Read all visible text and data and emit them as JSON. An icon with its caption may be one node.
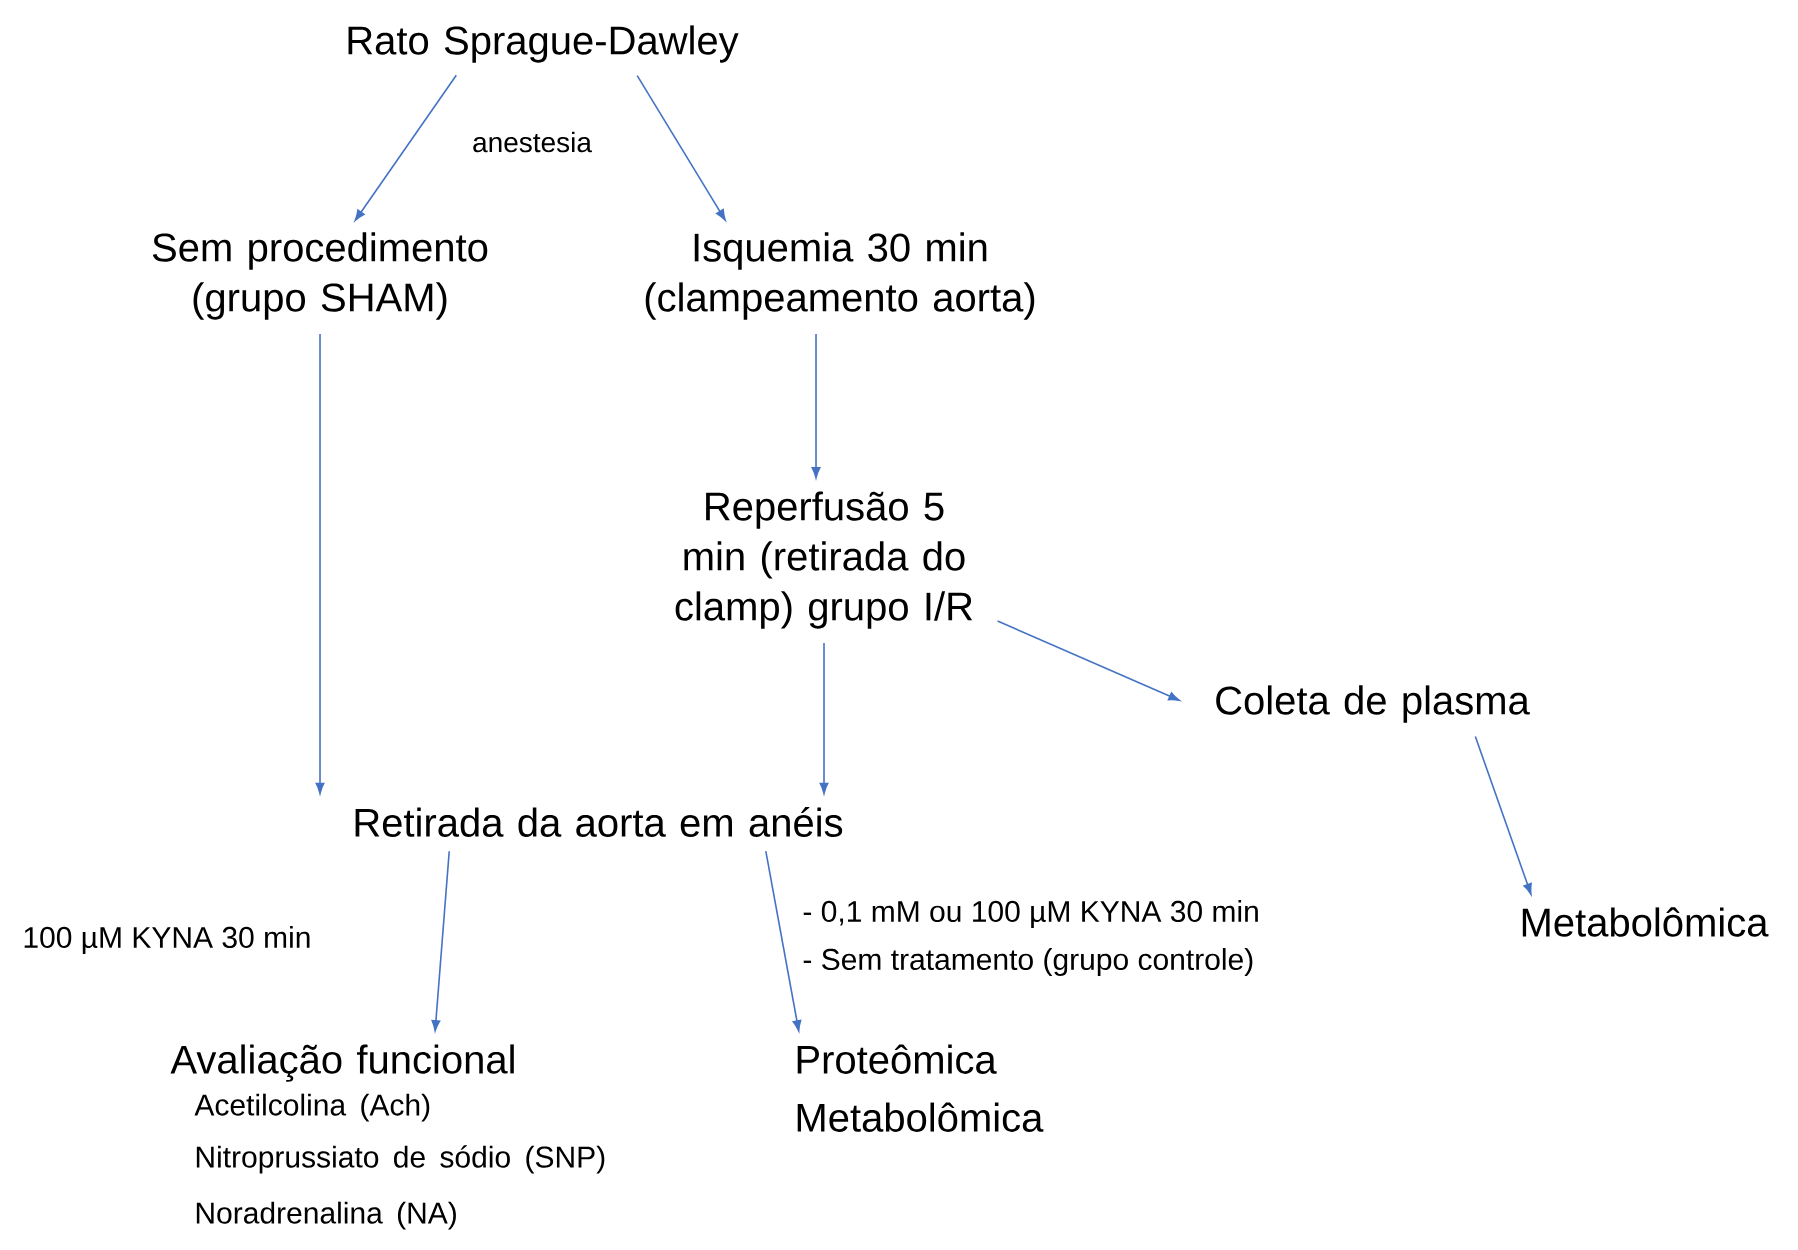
{
  "diagram": {
    "nodes": [
      {
        "text": [
          "Rato Sprague-Dawley"
        ]
      },
      {
        "text": [
          "Sem procedimento (grupo SHAM)"
        ]
      },
      {
        "text": [
          "Isquemia 30 min (clampeamento aorta)"
        ]
      },
      {
        "text": [
          "Reperfusão 5 min (retirada do clamp) grupo I/R"
        ]
      },
      {
        "text": [
          "Coleta de plasma"
        ]
      },
      {
        "text": [
          "Retirada da aorta em anéis"
        ]
      },
      {
        "text": [
          "Metabolômica"
        ]
      },
      {
        "text": [
          "Avaliação funcional",
          "Acetilcolina (Ach)",
          "Nitroprussiato de sódio (SNP)",
          "Noradrenalina (NA)"
        ]
      },
      {
        "text": [
          "Proteômica",
          "Metabolômica"
        ]
      }
    ],
    "edges": [
      {
        "from": 0,
        "to": 1,
        "arrow": "to"
      },
      {
        "from": 0,
        "to": 2,
        "arrow": "to"
      },
      {
        "from": 1,
        "to": 5,
        "arrow": "to"
      },
      {
        "from": 2,
        "to": 3,
        "arrow": "to"
      },
      {
        "from": 3,
        "to": 5,
        "arrow": "to"
      },
      {
        "from": 3,
        "to": 4,
        "arrow": "to"
      },
      {
        "from": 4,
        "to": 6,
        "arrow": "to"
      },
      {
        "from": 5,
        "to": 7,
        "arrow": "to"
      },
      {
        "from": 5,
        "to": 8,
        "arrow": "to"
      }
    ],
    "labels": [
      "anestesia",
      "100 µM KYNA 30 min",
      "- 0,1 mM ou 100 µM KYNA 30 min",
      "- Sem tratamento (grupo controle)"
    ]
  }
}
